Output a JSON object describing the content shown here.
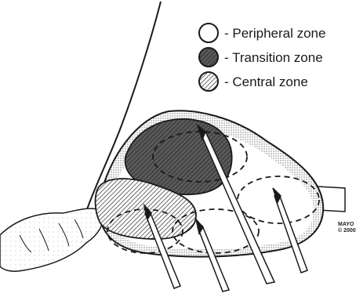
{
  "legend": {
    "items": [
      {
        "id": "peripheral",
        "label": "- Peripheral zone",
        "fill": "#ffffff"
      },
      {
        "id": "transition",
        "label": "- Transition zone",
        "fill": "#555555"
      },
      {
        "id": "central",
        "label": "- Central zone",
        "fill": "url(#hatch-light)"
      }
    ]
  },
  "credit": {
    "line1": "MAYO",
    "line2": "© 2000"
  },
  "colors": {
    "ink": "#1a1a1a",
    "transition_fill": "#555555",
    "stipple": "#bbbbbb"
  }
}
